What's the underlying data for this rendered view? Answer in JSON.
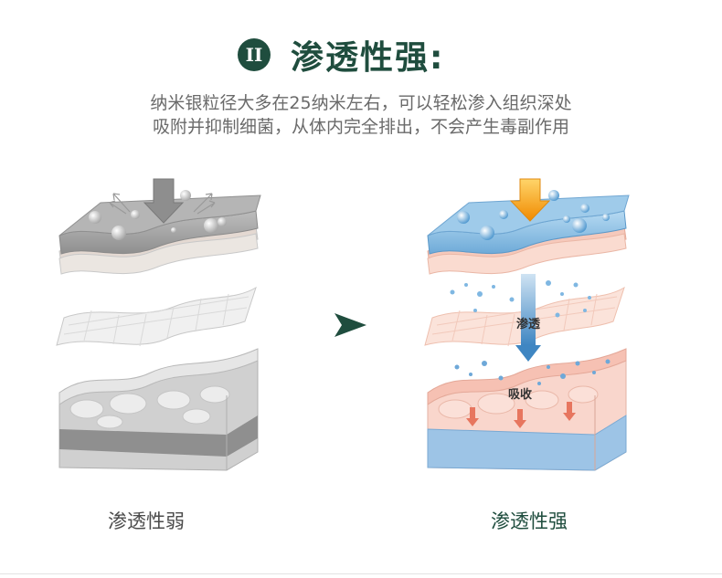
{
  "header": {
    "badge": "II",
    "title": "渗透性强:"
  },
  "description": {
    "line1": "纳米银粒径大多在25纳米左右，可以轻松渗入组织深处",
    "line2": "吸附并抑制细菌，从体内完全排出，不会产生毒副作用"
  },
  "right_illustration": {
    "label_penetrate": "渗透",
    "label_absorb": "吸收"
  },
  "captions": {
    "weak": "渗透性弱",
    "strong": "渗透性强"
  },
  "colors": {
    "brand": "#1f4d3e",
    "arrow_gold": "#f5a623",
    "flow_blue": "#4d97cf"
  }
}
